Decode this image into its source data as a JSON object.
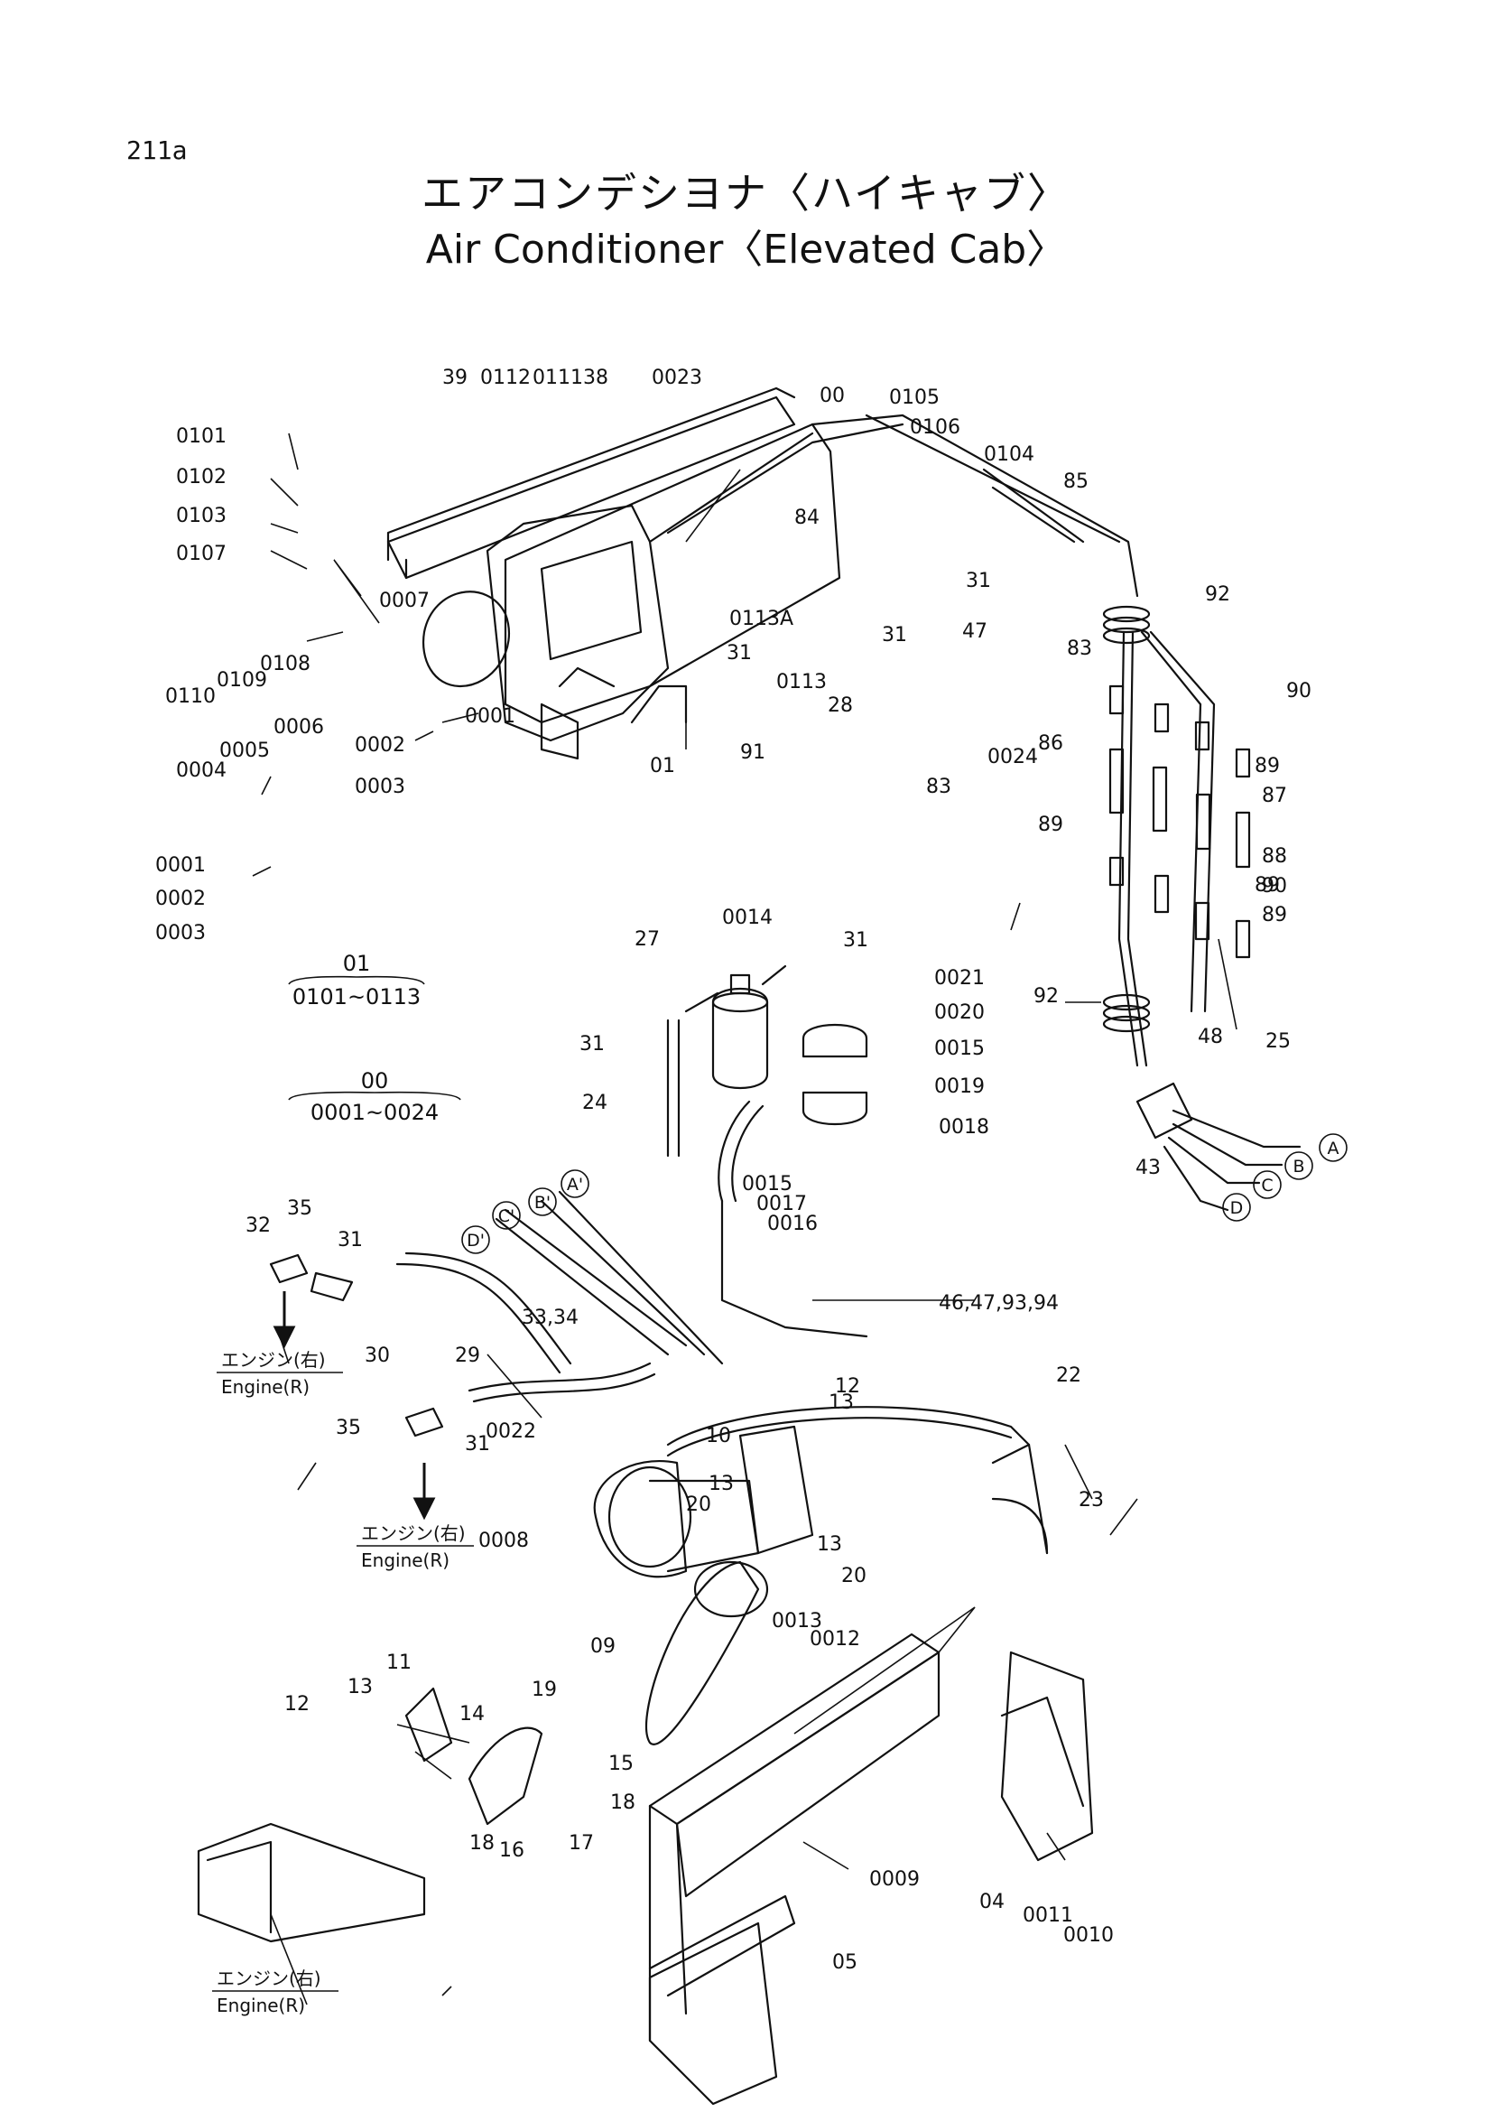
{
  "page_number": "211a",
  "title_jp": "エアコンデシヨナ〈ハイキャブ〉",
  "title_en": "Air Conditioner〈Elevated Cab〉",
  "group_01": {
    "num": "01",
    "range": "0101~0113"
  },
  "group_00": {
    "num": "00",
    "range": "0001~0024"
  },
  "engine_note": {
    "jp": "エンジン(右)",
    "en": "Engine(R)"
  },
  "callouts": [
    "39",
    "0112",
    "0111",
    "38",
    "0023",
    "00",
    "0105",
    "0106",
    "0104",
    "85",
    "84",
    "0101",
    "0102",
    "0103",
    "0107",
    "0007",
    "0110",
    "0109",
    "0108",
    "0001",
    "0002",
    "0003",
    "0006",
    "0005",
    "0004",
    "0001",
    "0002",
    "0003",
    "31",
    "31",
    "0113A",
    "0113",
    "28",
    "47",
    "31",
    "83",
    "92",
    "01",
    "91",
    "0024",
    "83",
    "90",
    "89",
    "86",
    "87",
    "89",
    "88",
    "89",
    "90",
    "89",
    "0014",
    "27",
    "31",
    "0021",
    "0020",
    "0015",
    "0019",
    "0018",
    "31",
    "24",
    "0015",
    "0017",
    "0016",
    "92",
    "25",
    "48",
    "43",
    "32",
    "35",
    "31",
    "30",
    "33,34",
    "29",
    "35",
    "31",
    "46,47,93,94",
    "12",
    "13",
    "10",
    "0022",
    "22",
    "23",
    "20",
    "13",
    "0008",
    "13",
    "20",
    "09",
    "0013",
    "0012",
    "11",
    "13",
    "12",
    "19",
    "14",
    "15",
    "18",
    "18",
    "16",
    "17",
    "0009",
    "04",
    "0011",
    "0010",
    "05"
  ],
  "circle_labels": [
    "A",
    "B",
    "C",
    "D",
    "A'",
    "B'",
    "C'",
    "D'"
  ]
}
